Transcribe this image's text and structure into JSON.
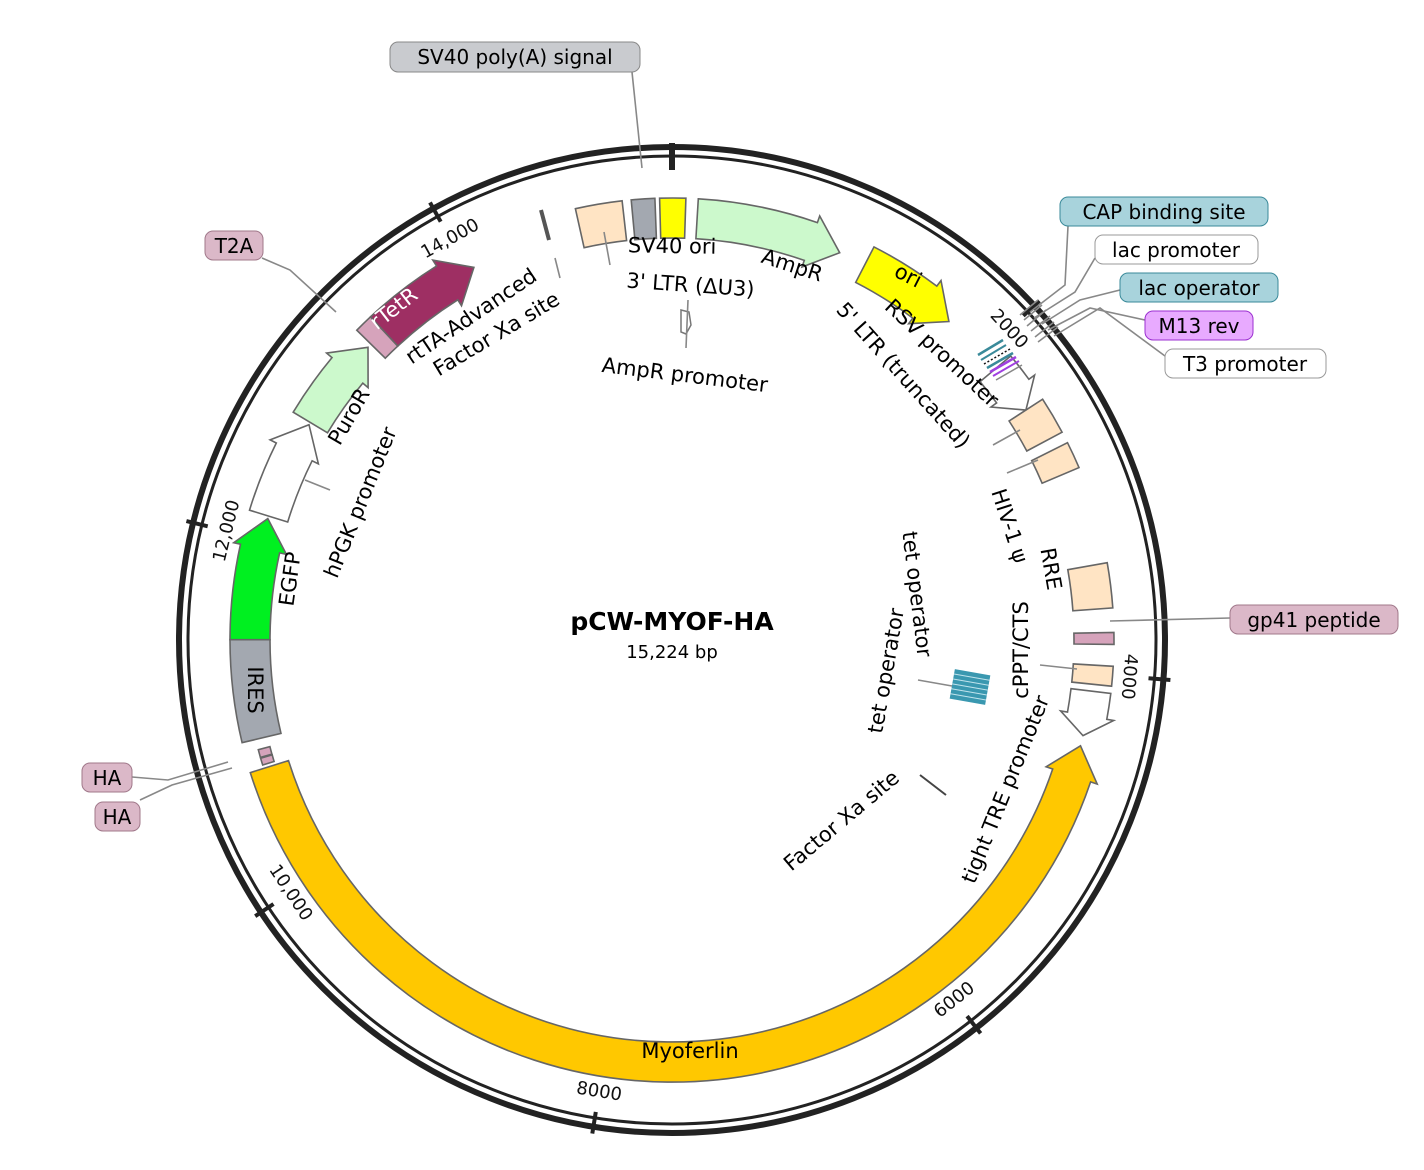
{
  "plasmid": {
    "name": "pCW-MYOF-HA",
    "length_bp": 15224,
    "length_label": "15,224 bp"
  },
  "ticks": [
    {
      "bp": 2000,
      "label": "2000"
    },
    {
      "bp": 4000,
      "label": "4000"
    },
    {
      "bp": 6000,
      "label": "6000"
    },
    {
      "bp": 8000,
      "label": "8000"
    },
    {
      "bp": 10000,
      "label": "10,000"
    },
    {
      "bp": 12000,
      "label": "12,000"
    },
    {
      "bp": 14000,
      "label": "14,000"
    }
  ],
  "features": [
    {
      "id": "ampr",
      "label": "AmpR",
      "start": 144,
      "end": 990,
      "dir": 1,
      "color": "#ccf9cc"
    },
    {
      "id": "ori",
      "label": "ori",
      "start": 1150,
      "end": 1734,
      "dir": 1,
      "color": "#ffff00"
    },
    {
      "id": "rsv-promoter",
      "label": "RSV promoter",
      "start": 2115,
      "end": 2410,
      "dir": 1,
      "color": "#ffffff"
    },
    {
      "id": "ltr5",
      "label": "5' LTR (truncated)",
      "start": 2410,
      "end": 2620,
      "dir": 0,
      "color": "#ffe4c4"
    },
    {
      "id": "hiv-psi",
      "label": "HIV-1 ψ",
      "start": 2685,
      "end": 2835,
      "dir": 0,
      "color": "#ffe4c4"
    },
    {
      "id": "rre",
      "label": "RRE",
      "start": 3380,
      "end": 3630,
      "dir": 0,
      "color": "#ffe4c4"
    },
    {
      "id": "gp41",
      "label": "gp41 peptide",
      "start": 3765,
      "end": 3830,
      "dir": 0,
      "color": "#d6a3bb"
    },
    {
      "id": "cppt",
      "label": "cPPT/CTS",
      "start": 3950,
      "end": 4060,
      "dir": 0,
      "color": "#ffe4c4"
    },
    {
      "id": "tre",
      "label": "tight TRE promoter",
      "start": 4100,
      "end": 4360,
      "dir": 1,
      "color": "#ffffff"
    },
    {
      "id": "myoferlin",
      "label": "Myoferlin",
      "start": 4420,
      "end": 10680,
      "dir": -1,
      "color": "#ffc800"
    },
    {
      "id": "ha1",
      "label": "HA",
      "start": 10700,
      "end": 10740,
      "dir": 0,
      "color": "#d6a3bb"
    },
    {
      "id": "ha2",
      "label": "HA",
      "start": 10745,
      "end": 10790,
      "dir": 0,
      "color": "#d6a3bb"
    },
    {
      "id": "ires",
      "label": "IRES",
      "start": 10850,
      "end": 11420,
      "dir": 0,
      "color": "#a3a8b0"
    },
    {
      "id": "egfp",
      "label": "EGFP",
      "start": 11420,
      "end": 12125,
      "dir": 1,
      "color": "#00f020"
    },
    {
      "id": "hpgk",
      "label": "hPGK promoter",
      "start": 12140,
      "end": 12715,
      "dir": 1,
      "color": "#ffffff"
    },
    {
      "id": "puror",
      "label": "PuroR",
      "start": 12730,
      "end": 13275,
      "dir": 1,
      "color": "#ccf9cc"
    },
    {
      "id": "t2a",
      "label": "T2A",
      "start": 13300,
      "end": 13405,
      "dir": 0,
      "color": "#d6a3bb"
    },
    {
      "id": "rtetr",
      "label": "rTetR",
      "start": 13405,
      "end": 14040,
      "dir": 1,
      "color": "#9e2f63"
    },
    {
      "id": "ltr3",
      "label": "3' LTR (ΔU3)",
      "start": 14690,
      "end": 14950,
      "dir": 0,
      "color": "#ffe4c4"
    },
    {
      "id": "sv40pa",
      "label": "SV40 poly(A) signal",
      "start": 15000,
      "end": 15130,
      "dir": 0,
      "color": "#a3a8b0"
    },
    {
      "id": "sv40ori",
      "label": "SV40 ori",
      "start": 15156,
      "end": 15300,
      "dir": 0,
      "color": "#ffff00"
    }
  ],
  "labels": {
    "rtta": "rtTA-Advanced",
    "factor_xa_1": "Factor Xa site",
    "factor_xa_2": "Factor Xa site",
    "ampr_promoter": "AmpR promoter",
    "tet_operator_1": "tet operator",
    "tet_operator_2": "tet operator",
    "cap": "CAP binding site",
    "lac_promoter": "lac promoter",
    "lac_operator": "lac operator",
    "m13": "M13 rev",
    "t3": "T3 promoter"
  },
  "colors": {
    "backbone": "#222222",
    "callout_pink": "#dbb8c8",
    "callout_teal": "#a8d3dc",
    "callout_purple": "#e8aaff",
    "callout_gray": "#c9cbcf"
  }
}
